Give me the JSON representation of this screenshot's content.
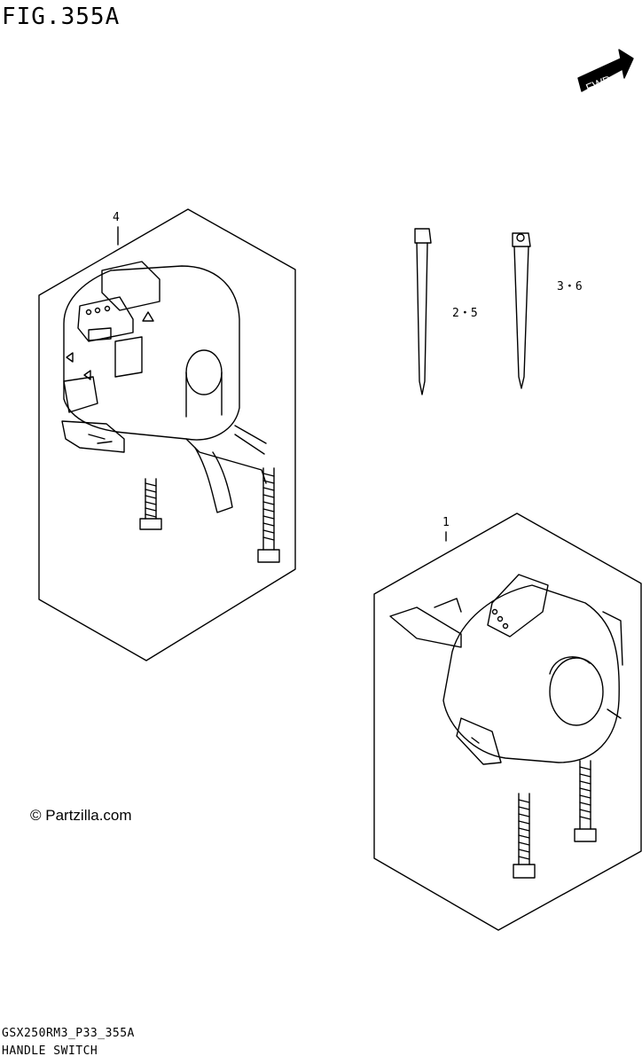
{
  "figure": {
    "title": "FIG.355A",
    "direction_label": "FWD"
  },
  "callouts": {
    "part_4": "4",
    "part_2_5": "2・5",
    "part_3_6": "3・6",
    "part_1": "1"
  },
  "watermark": "© Partzilla.com",
  "footer": {
    "model_code": "GSX250RM3_P33_355A",
    "section_name": "HANDLE SWITCH"
  }
}
